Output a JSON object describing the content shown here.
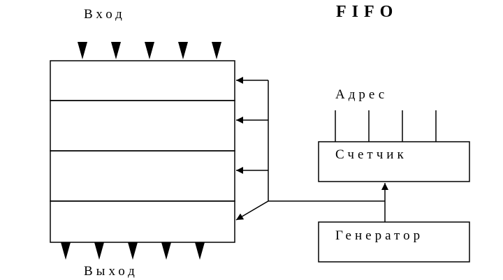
{
  "diagram": {
    "title": "FIFO",
    "input_label": "Вход",
    "output_label": "Выход",
    "address_label": "Адрес",
    "counter_label": "Счетчик",
    "generator_label": "Генератор",
    "stroke_color": "#000000"
  }
}
